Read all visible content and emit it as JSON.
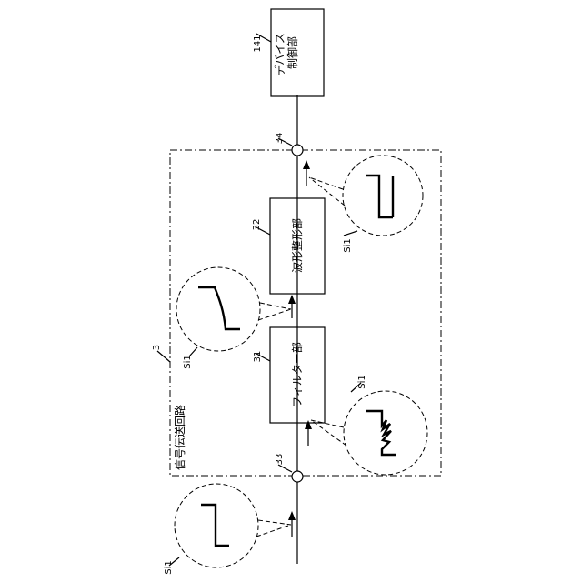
{
  "labels": {
    "device_ref": "141",
    "device_name": "デバイス\n制御部",
    "terminal_out": "34",
    "terminal_in": "33",
    "waveform_ref": "32",
    "waveform_name": "波形整形部",
    "filter_ref": "31",
    "filter_name": "フィルター部",
    "circuit_ref": "3",
    "circuit_name": "信号伝送回路",
    "signal": "Si1"
  }
}
